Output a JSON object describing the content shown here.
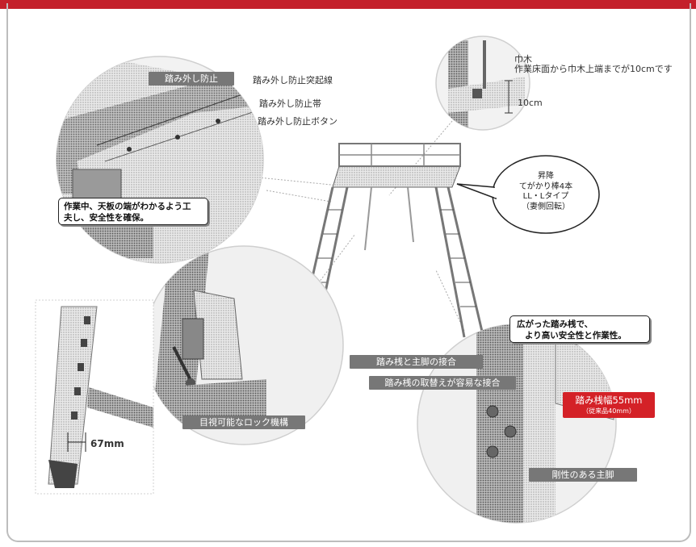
{
  "labels": {
    "anti_slip": "踏み外し防止",
    "anti_slip_ridge": "踏み外し防止突起線",
    "anti_slip_band": "踏み外し防止帯",
    "anti_slip_button": "踏み外し防止ボタン",
    "toeboard_title": "巾木",
    "toeboard_desc": "作業床面から巾木上端までが10cmです",
    "toeboard_dim": "10cm",
    "work_edge_line1": "作業中、天板の端がわかるよう工",
    "work_edge_line2": "夫し、安全性を確保。",
    "handrail_line1": "昇降",
    "handrail_line2": "てがかり棒4本",
    "handrail_line3": "LL・Lタイプ",
    "handrail_line4": "（妻側回転）",
    "wide_step_line1": "広がった踏み桟で、",
    "wide_step_line2": "より高い安全性と作業性。",
    "step_joint": "踏み桟と主脚の接合",
    "step_replace": "踏み桟の取替えが容易な接合",
    "step_width": "踏み桟幅55mm",
    "step_width_old": "（従来品40mm）",
    "lock": "目視可能なロック機構",
    "rigid_leg": "剛性のある主脚",
    "dim_67": "67mm"
  },
  "colors": {
    "accent_red": "#c4202b",
    "label_grey": "#777777"
  }
}
